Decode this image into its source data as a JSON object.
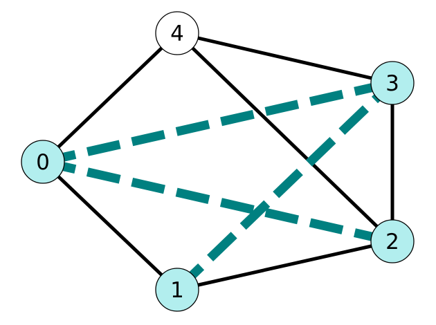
{
  "nodes": [
    {
      "id": "0",
      "label": "0",
      "highlighted": true
    },
    {
      "id": "1",
      "label": "1",
      "highlighted": true
    },
    {
      "id": "2",
      "label": "2",
      "highlighted": true
    },
    {
      "id": "3",
      "label": "3",
      "highlighted": true
    },
    {
      "id": "4",
      "label": "4",
      "highlighted": false
    }
  ],
  "edges": [
    {
      "source": "0",
      "target": "4",
      "highlighted": false
    },
    {
      "source": "0",
      "target": "1",
      "highlighted": false
    },
    {
      "source": "4",
      "target": "3",
      "highlighted": false
    },
    {
      "source": "4",
      "target": "2",
      "highlighted": false
    },
    {
      "source": "3",
      "target": "2",
      "highlighted": false
    },
    {
      "source": "1",
      "target": "2",
      "highlighted": false
    },
    {
      "source": "0",
      "target": "3",
      "highlighted": true
    },
    {
      "source": "0",
      "target": "2",
      "highlighted": true
    },
    {
      "source": "1",
      "target": "3",
      "highlighted": true
    }
  ],
  "colors": {
    "highlight_node_fill": "#b2eeee",
    "normal_node_fill": "#ffffff",
    "highlight_edge": "#008080",
    "normal_edge": "#000000"
  }
}
